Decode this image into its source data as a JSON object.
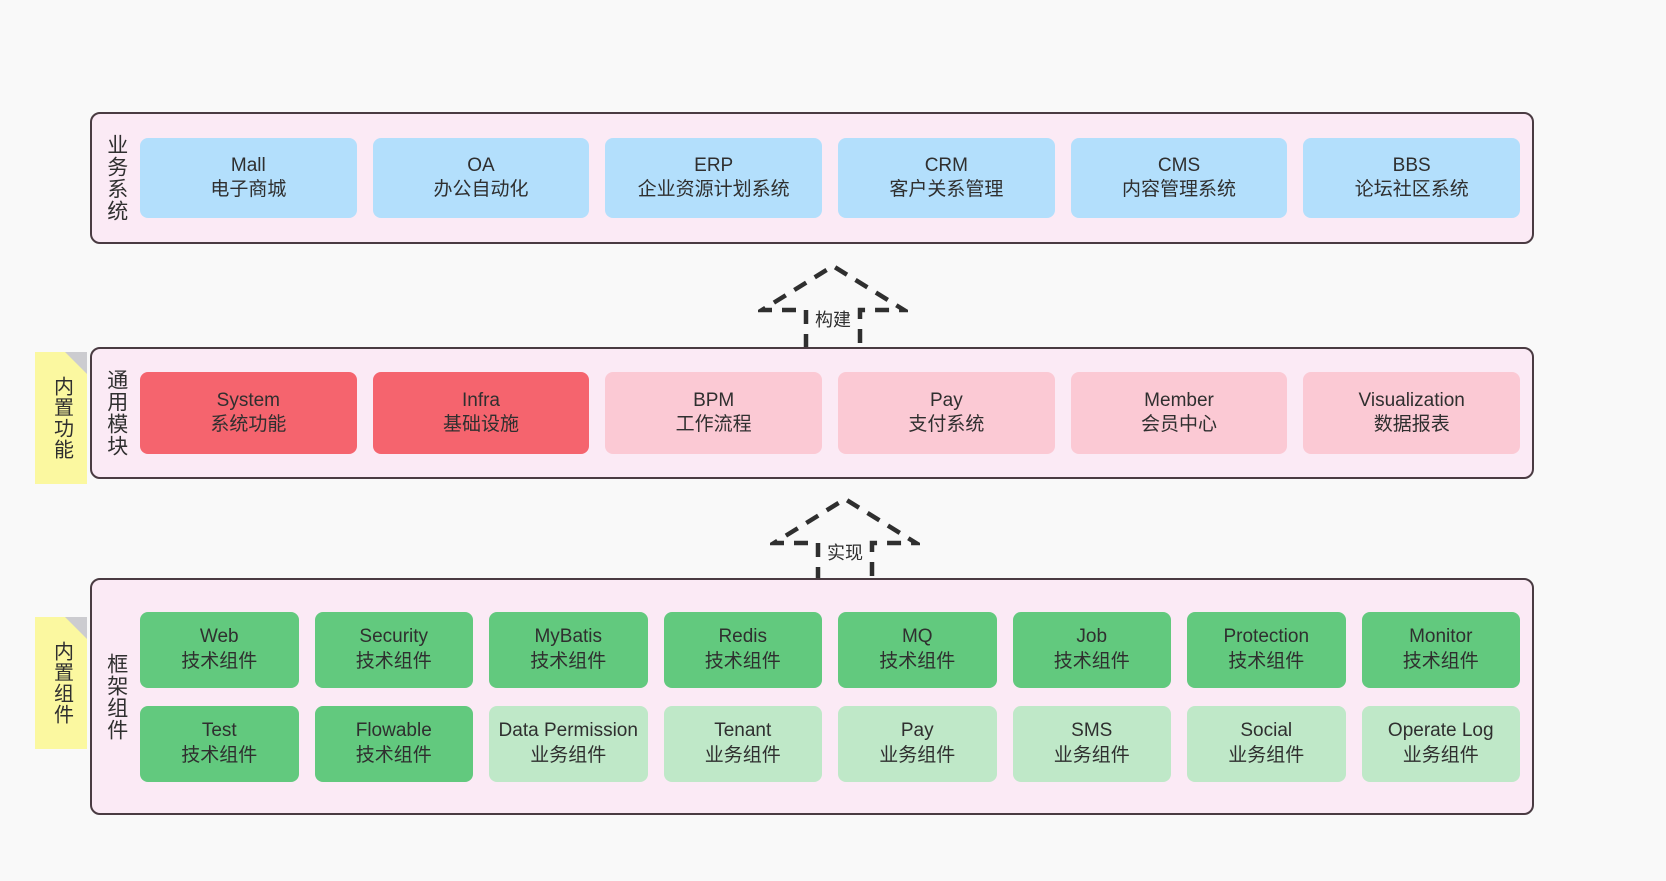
{
  "diagram": {
    "background_color": "#f9f9f9",
    "layer_fill": "#fbeaf5",
    "layer_border": "#4a3b42",
    "note_color": "#fbf8a0"
  },
  "layers": [
    {
      "id": "business-systems",
      "title": "业务系统",
      "rows": [
        {
          "cards": [
            {
              "name": "Mall",
              "sub": "电子商城",
              "color": "#b3dffc",
              "style": "c-blue"
            },
            {
              "name": "OA",
              "sub": "办公自动化",
              "color": "#b3dffc",
              "style": "c-blue"
            },
            {
              "name": "ERP",
              "sub": "企业资源计划系统",
              "color": "#b3dffc",
              "style": "c-blue"
            },
            {
              "name": "CRM",
              "sub": "客户关系管理",
              "color": "#b3dffc",
              "style": "c-blue"
            },
            {
              "name": "CMS",
              "sub": "内容管理系统",
              "color": "#b3dffc",
              "style": "c-blue"
            },
            {
              "name": "BBS",
              "sub": "论坛社区系统",
              "color": "#b3dffc",
              "style": "c-blue"
            }
          ]
        }
      ]
    },
    {
      "id": "common-modules",
      "title": "通用模块",
      "note": "内置功能",
      "rows": [
        {
          "cards": [
            {
              "name": "System",
              "sub": "系统功能",
              "color": "#f5646e",
              "style": "c-red"
            },
            {
              "name": "Infra",
              "sub": "基础设施",
              "color": "#f5646e",
              "style": "c-red"
            },
            {
              "name": "BPM",
              "sub": "工作流程",
              "color": "#fbc9d4",
              "style": "c-pink"
            },
            {
              "name": "Pay",
              "sub": "支付系统",
              "color": "#fbc9d4",
              "style": "c-pink"
            },
            {
              "name": "Member",
              "sub": "会员中心",
              "color": "#fbc9d4",
              "style": "c-pink"
            },
            {
              "name": "Visualization",
              "sub": "数据报表",
              "color": "#fbc9d4",
              "style": "c-pink"
            }
          ]
        }
      ]
    },
    {
      "id": "framework-components",
      "title": "框架组件",
      "note": "内置组件",
      "rows": [
        {
          "cards": [
            {
              "name": "Web",
              "sub": "技术组件",
              "color": "#62c97e",
              "style": "c-green"
            },
            {
              "name": "Security",
              "sub": "技术组件",
              "color": "#62c97e",
              "style": "c-green"
            },
            {
              "name": "MyBatis",
              "sub": "技术组件",
              "color": "#62c97e",
              "style": "c-green"
            },
            {
              "name": "Redis",
              "sub": "技术组件",
              "color": "#62c97e",
              "style": "c-green"
            },
            {
              "name": "MQ",
              "sub": "技术组件",
              "color": "#62c97e",
              "style": "c-green"
            },
            {
              "name": "Job",
              "sub": "技术组件",
              "color": "#62c97e",
              "style": "c-green"
            },
            {
              "name": "Protection",
              "sub": "技术组件",
              "color": "#62c97e",
              "style": "c-green"
            },
            {
              "name": "Monitor",
              "sub": "技术组件",
              "color": "#62c97e",
              "style": "c-green"
            }
          ]
        },
        {
          "cards": [
            {
              "name": "Test",
              "sub": "技术组件",
              "color": "#62c97e",
              "style": "c-green"
            },
            {
              "name": "Flowable",
              "sub": "技术组件",
              "color": "#62c97e",
              "style": "c-green"
            },
            {
              "name": "Data Permission",
              "sub": "业务组件",
              "color": "#bfe8c8",
              "style": "c-lgreen"
            },
            {
              "name": "Tenant",
              "sub": "业务组件",
              "color": "#bfe8c8",
              "style": "c-lgreen"
            },
            {
              "name": "Pay",
              "sub": "业务组件",
              "color": "#bfe8c8",
              "style": "c-lgreen"
            },
            {
              "name": "SMS",
              "sub": "业务组件",
              "color": "#bfe8c8",
              "style": "c-lgreen"
            },
            {
              "name": "Social",
              "sub": "业务组件",
              "color": "#bfe8c8",
              "style": "c-lgreen"
            },
            {
              "name": "Operate Log",
              "sub": "业务组件",
              "color": "#bfe8c8",
              "style": "c-lgreen"
            }
          ]
        }
      ]
    }
  ],
  "arrows": [
    {
      "id": "arrow-build",
      "label": "构建",
      "direction": "up"
    },
    {
      "id": "arrow-implement",
      "label": "实现",
      "direction": "up"
    }
  ]
}
